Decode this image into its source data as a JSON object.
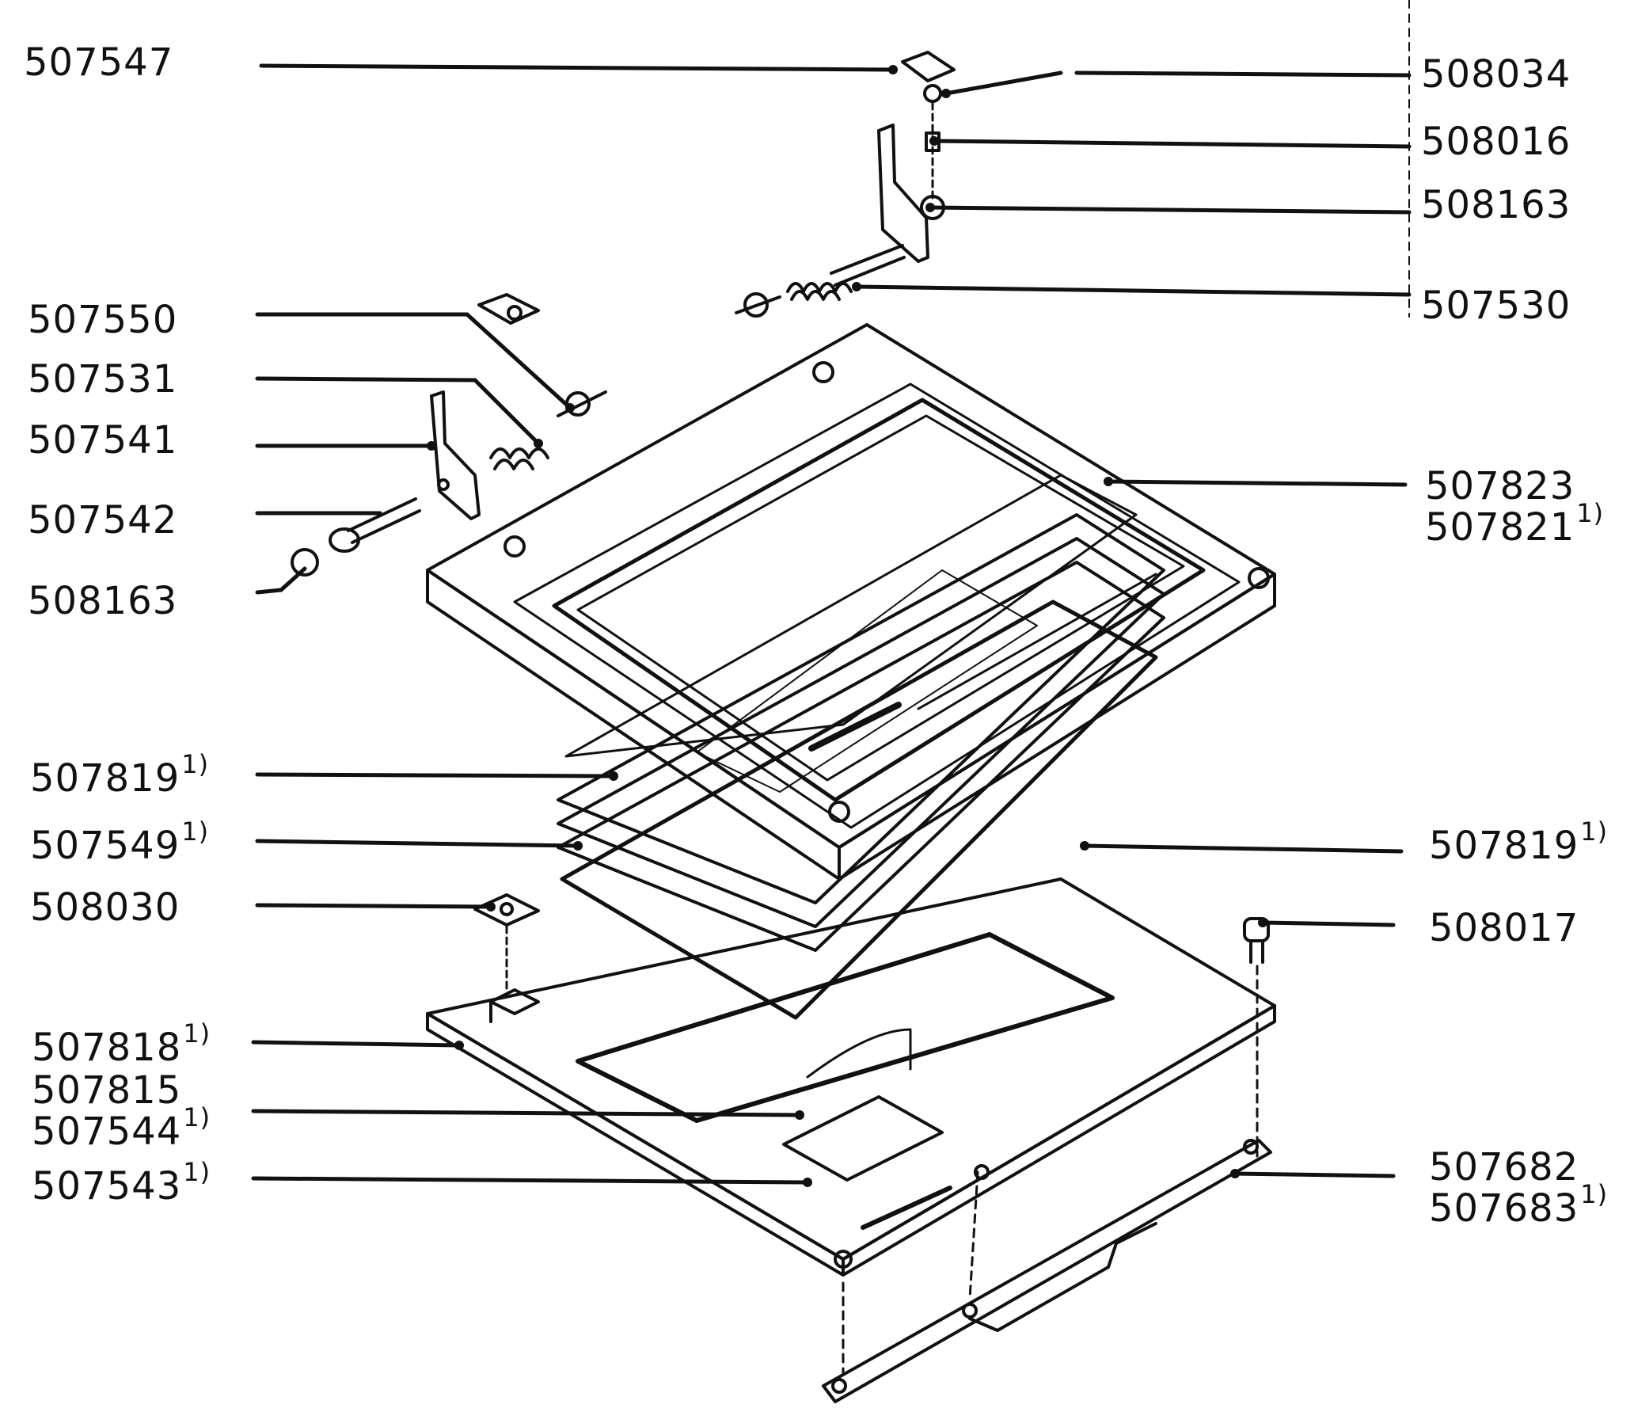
{
  "labels": {
    "l507547": "507547",
    "l507550": "507550",
    "l507531": "507531",
    "l507541": "507541",
    "l507542": "507542",
    "l508163a": "508163",
    "l507819a": "507819",
    "l507549": "507549",
    "l508030": "508030",
    "l507818": "507818",
    "l507815": "507815",
    "l507544": "507544",
    "l507543": "507543",
    "r508034": "508034",
    "r508016": "508016",
    "r508163": "508163",
    "r507530": "507530",
    "r507823": "507823",
    "r507821": "507821",
    "r507819": "507819",
    "r508017": "508017",
    "r507682": "507682",
    "r507683": "507683",
    "note": "1)"
  }
}
